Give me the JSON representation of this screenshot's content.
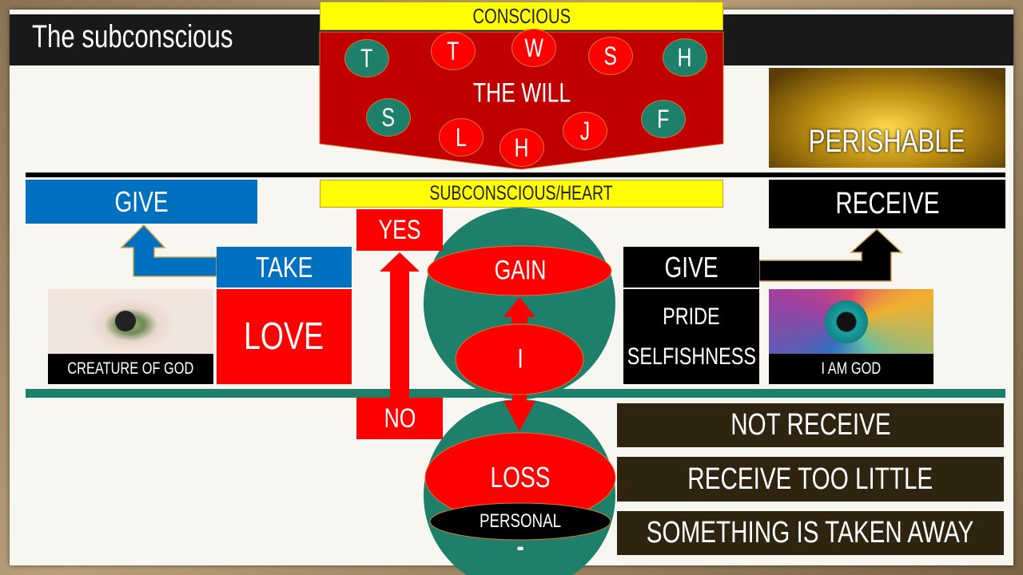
{
  "title": "The subconscious",
  "conscious_label": "CONSCIOUS",
  "will": {
    "label": "THE WILL",
    "letters": [
      {
        "text": "T",
        "color": "#1e7f6a"
      },
      {
        "text": "T",
        "color": "#ff0000"
      },
      {
        "text": "W",
        "color": "#ff0000"
      },
      {
        "text": "S",
        "color": "#ff0000"
      },
      {
        "text": "H",
        "color": "#1e7f6a"
      },
      {
        "text": "S",
        "color": "#1e7f6a"
      },
      {
        "text": "L",
        "color": "#ff0000"
      },
      {
        "text": "H",
        "color": "#ff0000"
      },
      {
        "text": "J",
        "color": "#ff0000"
      },
      {
        "text": "F",
        "color": "#1e7f6a"
      }
    ]
  },
  "perishable": "PERISHABLE",
  "subconscious_label": "SUBCONSCIOUS/HEART",
  "left": {
    "give": "GIVE",
    "take": "TAKE",
    "love": "LOVE",
    "eye_caption": "CREATURE OF GOD"
  },
  "right": {
    "receive": "RECEIVE",
    "give": "GIVE",
    "pride": "PRIDE",
    "selfishness": "SELFISHNESS",
    "eye_caption": "I AM GOD"
  },
  "center": {
    "yes": "YES",
    "no": "NO",
    "gain": "GAIN",
    "i": "I",
    "loss": "LOSS",
    "personal": "PERSONAL",
    "minus": "-"
  },
  "outcomes": [
    "NOT RECEIVE",
    "RECEIVE TOO LITTLE",
    "SOMETHING IS TAKEN AWAY"
  ],
  "colors": {
    "red": "#ff0000",
    "dark_red": "#c00000",
    "green": "#1e7f6a",
    "blue": "#0070c0",
    "yellow": "#ffff00",
    "dark_brown": "#2e2410"
  }
}
